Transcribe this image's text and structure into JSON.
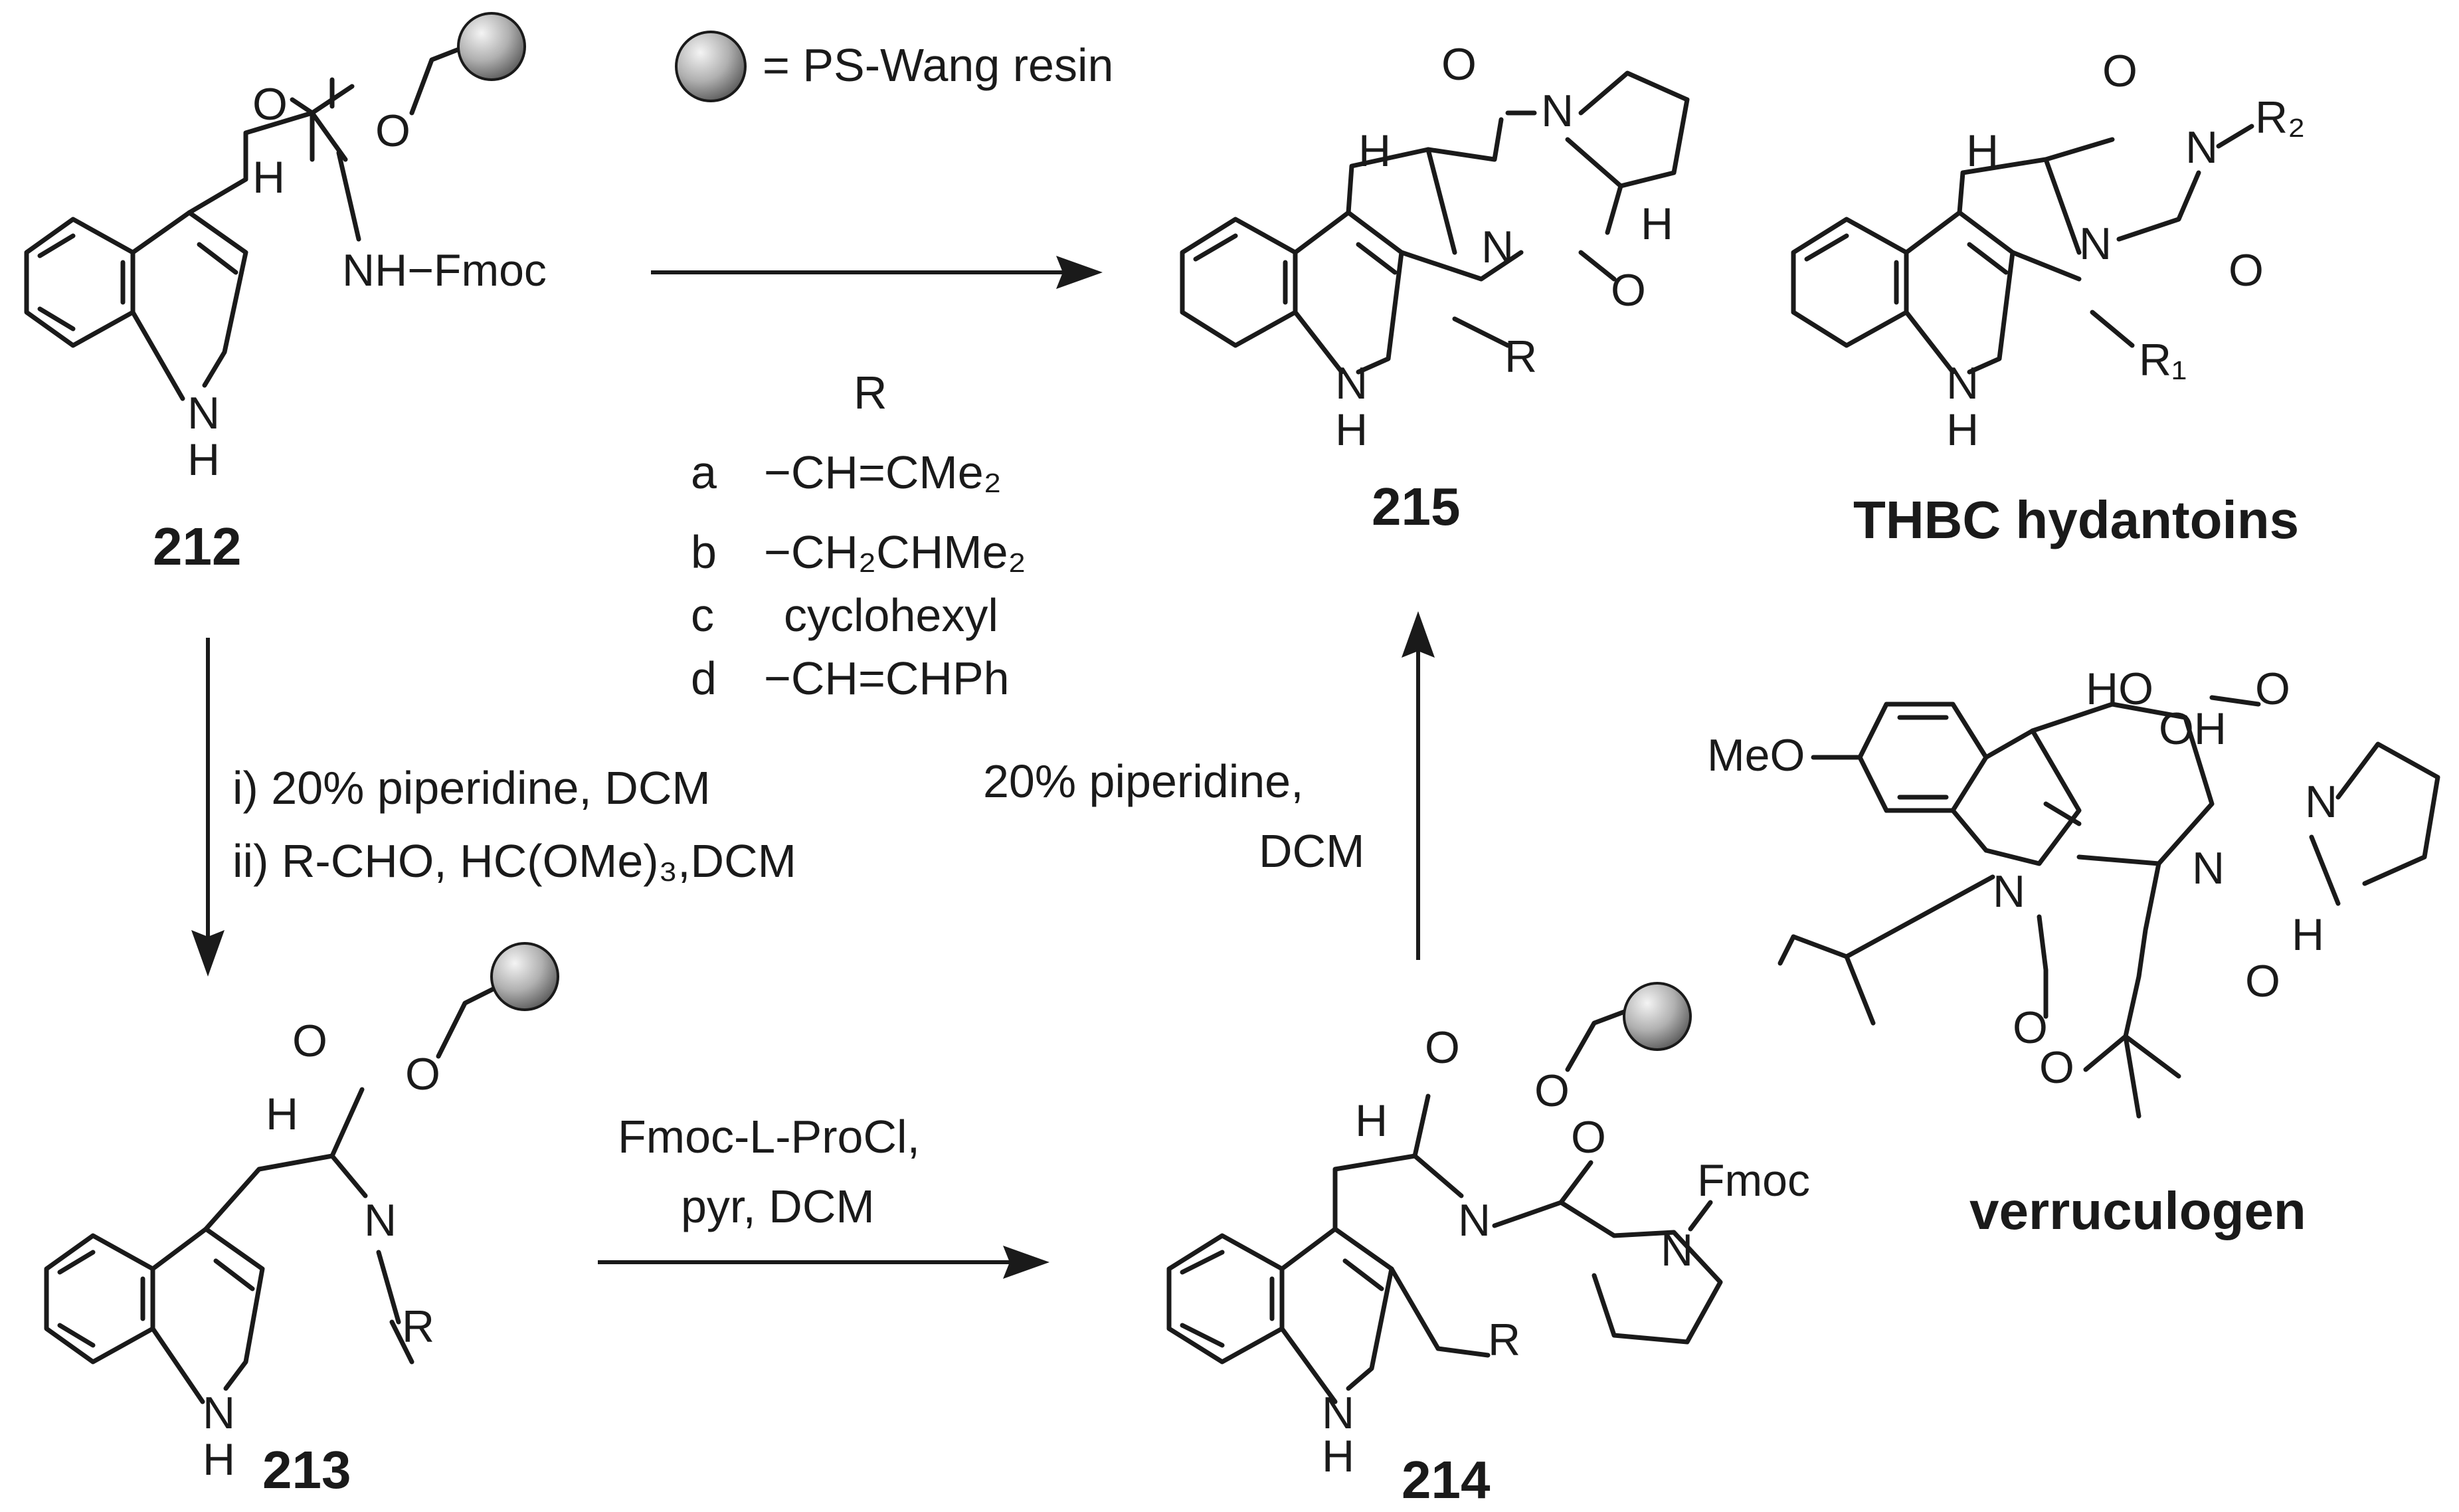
{
  "compounds": {
    "c212": "212",
    "c213": "213",
    "c214": "214",
    "c215": "215",
    "thbc": "THBC hydantoins",
    "verruculogen": "verruculogen"
  },
  "legend": {
    "resin_label": "= PS-Wang resin"
  },
  "r_table": {
    "header": "R",
    "rows": [
      {
        "key": "a",
        "value": "−CH=CMe₂"
      },
      {
        "key": "b",
        "value": "−CH₂CHMe₂"
      },
      {
        "key": "c",
        "value": "cyclohexyl"
      },
      {
        "key": "d",
        "value": "−CH=CHPh"
      }
    ]
  },
  "conditions": {
    "step1_line1": "i)  20% piperidine, DCM",
    "step1_line2": "ii) R-CHO, HC(OMe)₃,DCM",
    "step2_line1": "Fmoc-L-ProCl,",
    "step2_line2": "pyr, DCM",
    "step3_line1": "20% piperidine,",
    "step3_line2": "DCM"
  },
  "atoms": {
    "O": "O",
    "N": "N",
    "H": "H",
    "NH_Fmoc": "NH−Fmoc",
    "Fmoc": "Fmoc",
    "R": "R",
    "R1": "R₁",
    "R2": "R₂",
    "MeO": "MeO",
    "HO": "HO",
    "OH": "OH"
  },
  "colors": {
    "ink": "#1a1a1a",
    "resin_light": "#f4f4f4",
    "resin_dark": "#5a5a5a"
  }
}
